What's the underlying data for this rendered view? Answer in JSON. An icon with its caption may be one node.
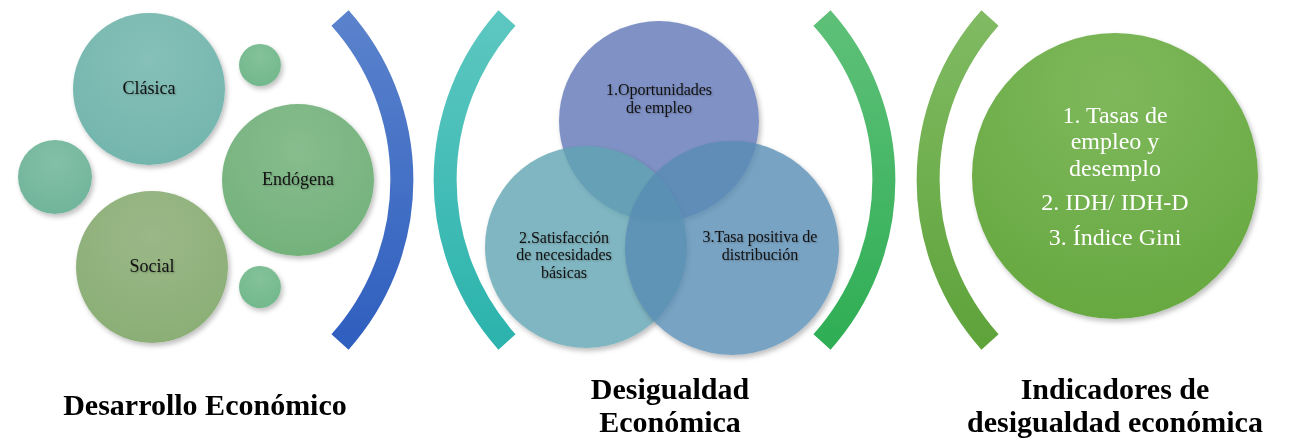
{
  "diagram": {
    "nodes": [
      {
        "text": [
          "Clásica"
        ]
      },
      {
        "text": [],
        "shape": "circle"
      },
      {
        "text": [],
        "shape": "circle"
      },
      {
        "text": [
          "Endógena"
        ]
      },
      {
        "text": [
          "Social"
        ]
      },
      {
        "text": [],
        "shape": "circle"
      },
      {
        "text": [
          "1.Oportunidades de empleo"
        ]
      },
      {
        "text": [
          "2.Satisfacción de necesidades básicas"
        ]
      },
      {
        "text": [
          "3.Tasa positiva de distribución"
        ]
      },
      {
        "text": [
          "1. Tasas de empleo y desemplo",
          "2. IDH/ IDH-D",
          "3. Índice Gini"
        ]
      }
    ],
    "labels": [
      "Desarrollo Económico",
      "Desigualdad Económica",
      "Indicadores de desigualdad económica"
    ]
  }
}
